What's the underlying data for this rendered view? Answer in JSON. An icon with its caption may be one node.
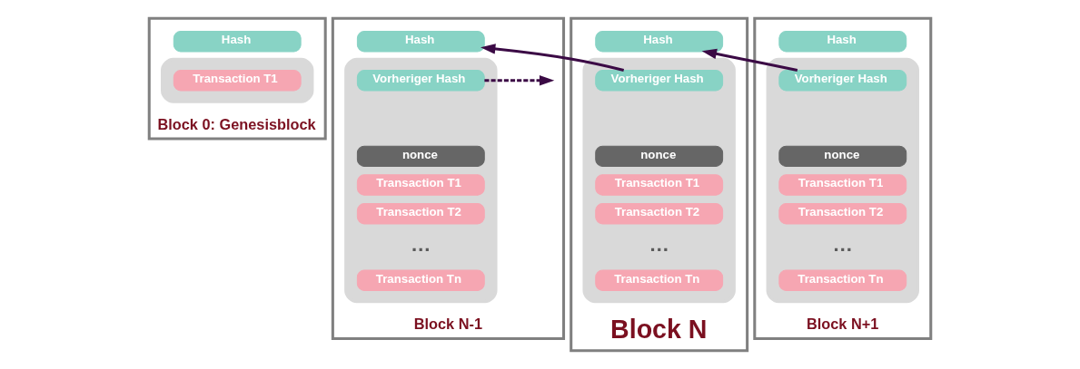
{
  "diagram": {
    "nodes": [
      {
        "text": [
          "Block 0: Genesisblock"
        ]
      },
      {
        "text": [
          "Hash"
        ],
        "in": 0
      },
      {
        "text": [],
        "shape": "box",
        "in": 0
      },
      {
        "text": [
          "Transaction T1"
        ],
        "in": 2
      },
      {
        "text": [
          "Block N-1"
        ]
      },
      {
        "text": [
          "Hash"
        ],
        "in": 4
      },
      {
        "text": [],
        "shape": "box",
        "in": 4
      },
      {
        "text": [
          "Vorheriger Hash"
        ],
        "in": 6
      },
      {
        "text": [
          "nonce"
        ],
        "in": 6
      },
      {
        "text": [
          "Transaction T1"
        ],
        "in": 6
      },
      {
        "text": [
          "Transaction T2"
        ],
        "in": 6
      },
      {
        "text": [
          "Transaction Tn"
        ],
        "in": 6
      },
      {
        "text": [
          "Block N"
        ]
      },
      {
        "text": [
          "Hash"
        ],
        "in": 12
      },
      {
        "text": [],
        "shape": "box",
        "in": 12
      },
      {
        "text": [
          "Vorheriger Hash"
        ],
        "in": 14
      },
      {
        "text": [
          "nonce"
        ],
        "in": 14
      },
      {
        "text": [
          "Transaction T1"
        ],
        "in": 14
      },
      {
        "text": [
          "Transaction T2"
        ],
        "in": 14
      },
      {
        "text": [
          "Transaction Tn"
        ],
        "in": 14
      },
      {
        "text": [
          "Block N+1"
        ]
      },
      {
        "text": [
          "Hash"
        ],
        "in": 20
      },
      {
        "text": [],
        "shape": "box",
        "in": 20
      },
      {
        "text": [
          "Vorheriger Hash"
        ],
        "in": 22
      },
      {
        "text": [
          "nonce"
        ],
        "in": 22
      },
      {
        "text": [
          "Transaction T1"
        ],
        "in": 22
      },
      {
        "text": [
          "Transaction T2"
        ],
        "in": 22
      },
      {
        "text": [
          "Transaction Tn"
        ],
        "in": 22
      }
    ],
    "edges": [
      {
        "from": 7,
        "to": null,
        "arrow": "to",
        "style": "dashed"
      },
      {
        "from": 15,
        "to": 5,
        "arrow": "to"
      },
      {
        "from": 23,
        "to": 13,
        "arrow": "to"
      }
    ],
    "labels": [
      "…",
      "…",
      "…"
    ]
  }
}
